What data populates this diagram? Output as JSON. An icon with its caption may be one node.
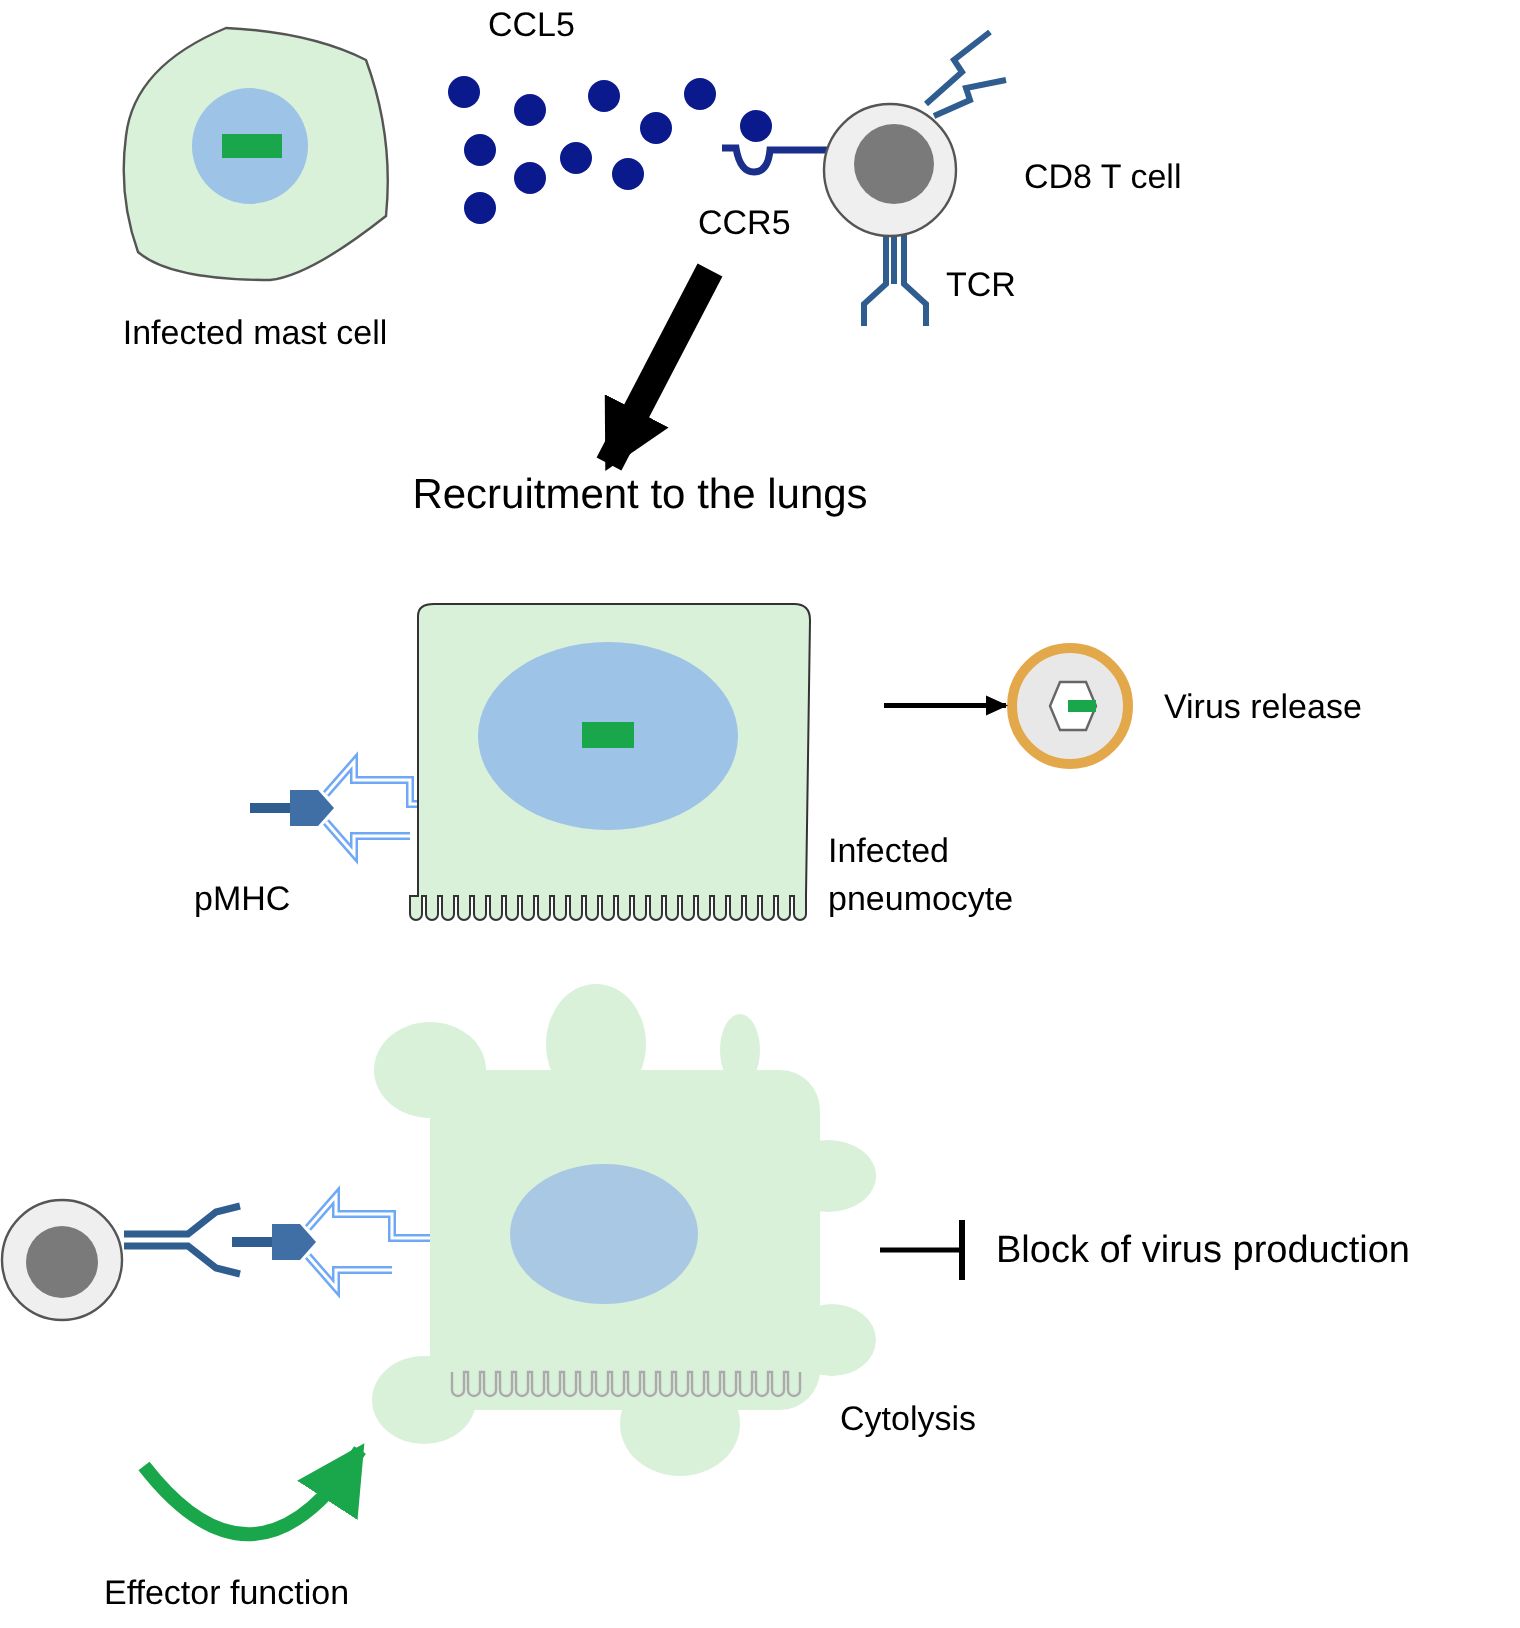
{
  "diagram": {
    "nodes": [
      {
        "text": [
          "Infected mast cell"
        ]
      },
      {
        "text": [
          "CD8 T cell"
        ]
      },
      {
        "text": [
          "Recruitment to the lungs"
        ]
      },
      {
        "text": [],
        "shape": "picture",
        "beside": [
          "Infected pneumocyte"
        ]
      },
      {
        "text": [],
        "shape": "circle",
        "beside": [
          "Virus release"
        ]
      },
      {
        "text": [],
        "shape": "circle"
      },
      {
        "text": [],
        "shape": "picture",
        "beside": [
          "Cytolysis"
        ]
      },
      {
        "text": [
          "Block of virus production"
        ]
      }
    ],
    "edges": [
      {
        "from": null,
        "to": 2,
        "arrow": "to",
        "style": "thick"
      },
      {
        "from": 3,
        "to": 4,
        "arrow": "to"
      },
      {
        "from": 6,
        "to": 7,
        "arrow": "other"
      },
      {
        "from": null,
        "to": 6,
        "arrow": "to",
        "label": "Effector function",
        "style": "thick",
        "color": "#1aa64a"
      }
    ],
    "labels": [
      "CCL5",
      "CCR5",
      "TCR",
      "pMHC"
    ]
  }
}
